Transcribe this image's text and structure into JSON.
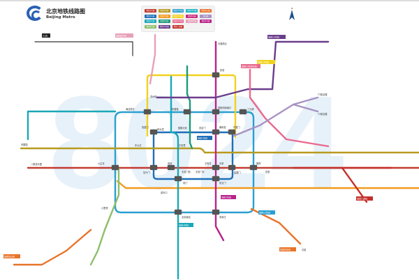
{
  "header": {
    "title_cn": "北京地铁线路图",
    "title_en": "Beijing Metro"
  },
  "compass": {
    "label": "N"
  },
  "legend": [
    {
      "label": "地铁1号线",
      "color": "#c23a30"
    },
    {
      "label": "地铁4号线",
      "color": "#b89a1e"
    },
    {
      "label": "地铁10号线",
      "color": "#2a9fd0"
    },
    {
      "label": "地铁15号线",
      "color": "#1eb3c4"
    },
    {
      "label": "地铁房山线",
      "color": "#e8742a"
    },
    {
      "label": "地铁2号线",
      "color": "#1e6fb8"
    },
    {
      "label": "地铁7号线",
      "color": "#f29a1e"
    },
    {
      "label": "地铁13号线",
      "color": "#f0d21e"
    },
    {
      "label": "地铁8号线",
      "color": "#c9277b"
    },
    {
      "label": "机场线",
      "color": "#a793c4"
    },
    {
      "label": "地铁4号线",
      "color": "#1aa8b8"
    },
    {
      "label": "地铁8号线",
      "color": "#1c9a7a"
    },
    {
      "label": "地铁14号线",
      "color": "#e86a8e"
    },
    {
      "label": "地铁昌平线",
      "color": "#e8a0b8"
    },
    {
      "label": "地铁5号线",
      "color": "#b8238c"
    },
    {
      "label": "地铁9号线",
      "color": "#8cbf6a"
    },
    {
      "label": "地铁15号线",
      "color": "#6a3d8c"
    },
    {
      "label": "地铁八通线",
      "color": "#c4302a"
    }
  ],
  "tags": {
    "s1": "S1线",
    "line13": "地铁13号线",
    "line15": "地铁15号线",
    "line14": "地铁14号线东段",
    "line2": "地铁2号线",
    "line5": "地铁5号线",
    "line10": "地铁10号线",
    "line4": "地铁4号线",
    "batong": "地铁八通线",
    "yizhuang": "地铁亦庄线",
    "fangshan": "地铁房山线",
    "changping": "地铁昌平线"
  },
  "stations": {
    "xizhimen": "西直门",
    "dongzhimen": "东直门",
    "fuxingmen": "复兴门",
    "jianguomen": "建国门",
    "xidan": "西单",
    "tiananmenxi": "天安门西",
    "tiananmendong": "天安门东",
    "wangfujing": "王府井",
    "dongdan": "东单",
    "guomao": "国贸",
    "qianmen": "前门",
    "chongwenmen": "崇文门",
    "jishuitan": "积水潭",
    "yonghegong": "雍和宫",
    "chegongzhuang": "车公庄",
    "pinganli": "平安里",
    "zhichunlu": "知春路",
    "haidian": "海淀黄庄",
    "huixinxijie": "惠新西街南口",
    "sanyuanqiao": "三元桥",
    "gongzhufen": "公主坟",
    "sihui": "四惠",
    "songjiazhuang": "宋家庄",
    "liuliqiao": "六里桥",
    "beijingnan": "北京南站",
    "huoying": "霍营",
    "t3": "T3航站楼",
    "t2": "T2航站楼",
    "xiaoqu": "八角游乐园",
    "pingguoyuan": "苹果园",
    "tiantongyuan": "天通苑北",
    "andingmen": "安定门",
    "guloudajie": "鼓楼大街",
    "caishikou": "菜市口",
    "ciqu": "次渠",
    "suzhoujie": "苏州街"
  }
}
